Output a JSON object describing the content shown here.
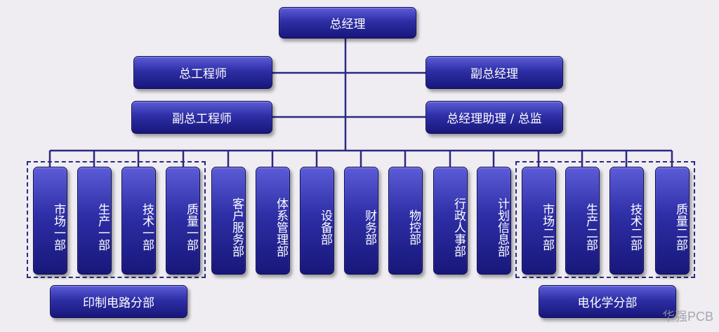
{
  "top": "总经理",
  "level2": {
    "chief_engineer": "总工程师",
    "deputy_gm": "副总经理",
    "deputy_chief_engineer": "副总工程师",
    "gm_assistant": "总经理助理 / 总监"
  },
  "departments": [
    "市场一部",
    "生产一部",
    "技术一部",
    "质量一部",
    "客户服务部",
    "体系管理部",
    "设备部",
    "财务部",
    "物控部",
    "行政人事部",
    "计划信息部",
    "市场二部",
    "生产二部",
    "技术二部",
    "质量二部"
  ],
  "divisions": {
    "pcb": "印制电路分部",
    "chem": "电化学分部"
  },
  "watermark": "华强PCB",
  "colors": {
    "box": "#2e2ea6",
    "line": "#2a2a82",
    "background": "#efedf1"
  }
}
